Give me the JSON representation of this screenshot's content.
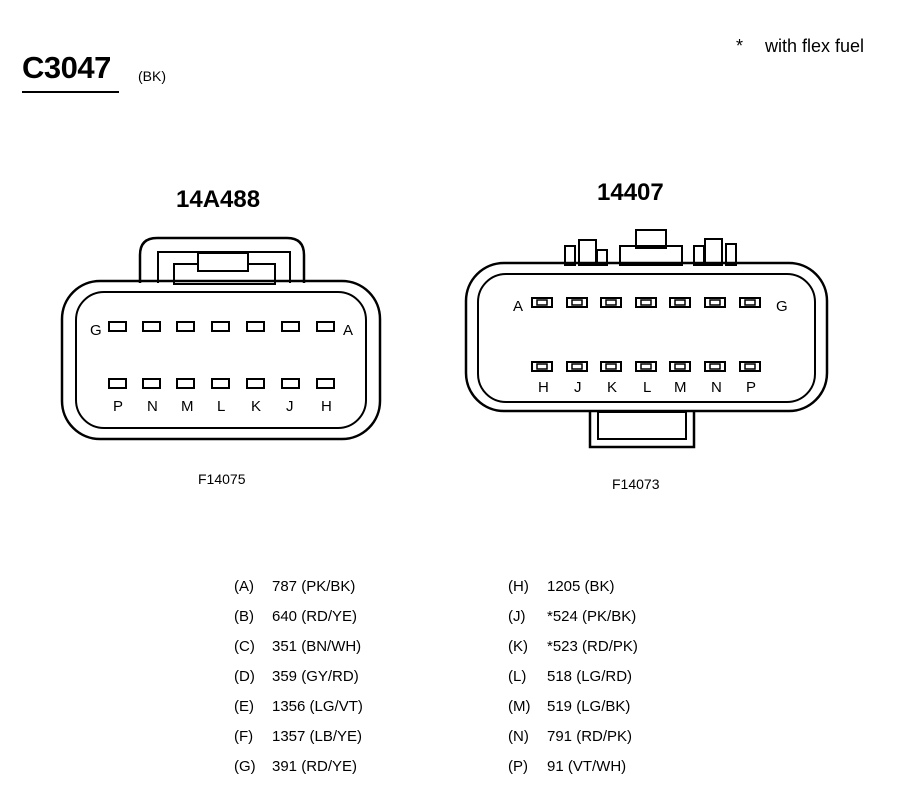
{
  "header": {
    "connector_id": "C3047",
    "color_code": "(BK)",
    "note_marker": "*",
    "note_text": "with flex fuel"
  },
  "left_connector": {
    "part_number": "14A488",
    "figure_code": "F14075",
    "top_row_labels": [
      "G",
      "A"
    ],
    "bottom_row_labels": [
      "P",
      "N",
      "M",
      "L",
      "K",
      "J",
      "H"
    ]
  },
  "right_connector": {
    "part_number": "14407",
    "figure_code": "F14073",
    "top_row_labels": [
      "A",
      "G"
    ],
    "bottom_row_labels": [
      "H",
      "J",
      "K",
      "L",
      "M",
      "N",
      "P"
    ]
  },
  "pinout": {
    "left_column": [
      {
        "pin": "(A)",
        "circuit": "787 (PK/BK)"
      },
      {
        "pin": "(B)",
        "circuit": "640 (RD/YE)"
      },
      {
        "pin": "(C)",
        "circuit": "351 (BN/WH)"
      },
      {
        "pin": "(D)",
        "circuit": "359 (GY/RD)"
      },
      {
        "pin": "(E)",
        "circuit": "1356 (LG/VT)"
      },
      {
        "pin": "(F)",
        "circuit": "1357 (LB/YE)"
      },
      {
        "pin": "(G)",
        "circuit": "391 (RD/YE)"
      }
    ],
    "right_column": [
      {
        "pin": "(H)",
        "circuit": "1205 (BK)"
      },
      {
        "pin": "(J)",
        "circuit": "*524 (PK/BK)"
      },
      {
        "pin": "(K)",
        "circuit": "*523 (RD/PK)"
      },
      {
        "pin": "(L)",
        "circuit": "518 (LG/RD)"
      },
      {
        "pin": "(M)",
        "circuit": "519 (LG/BK)"
      },
      {
        "pin": "(N)",
        "circuit": "791 (RD/PK)"
      },
      {
        "pin": "(P)",
        "circuit": "91 (VT/WH)"
      }
    ]
  }
}
